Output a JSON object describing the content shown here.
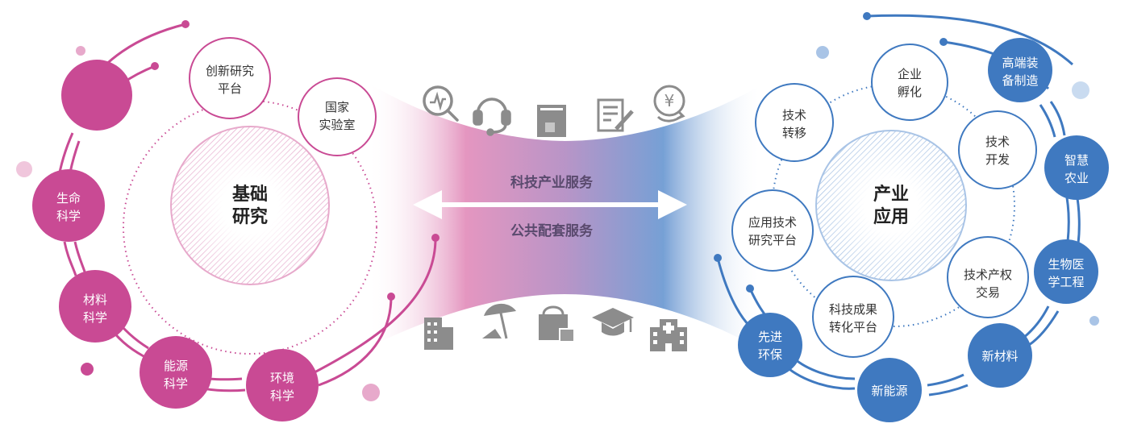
{
  "left": {
    "center": {
      "line1": "基础",
      "line2": "研究"
    },
    "platforms": [
      {
        "line1": "创新研究",
        "line2": "平台"
      },
      {
        "line1": "国家",
        "line2": "实验室"
      }
    ],
    "fields": [
      {
        "line1": "生命",
        "line2": "科学"
      },
      {
        "line1": "材料",
        "line2": "科学"
      },
      {
        "line1": "能源",
        "line2": "科学"
      },
      {
        "line1": "环境",
        "line2": "科学"
      }
    ]
  },
  "right": {
    "center": {
      "line1": "产业",
      "line2": "应用"
    },
    "platforms": [
      {
        "line1": "企业",
        "line2": "孵化"
      },
      {
        "line1": "技术",
        "line2": "转移"
      },
      {
        "line1": "技术",
        "line2": "开发"
      },
      {
        "line1": "应用技术",
        "line2": "研究平台"
      },
      {
        "line1": "技术产权",
        "line2": "交易"
      },
      {
        "line1": "科技成果",
        "line2": "转化平台"
      }
    ],
    "industries": [
      {
        "line1": "高端装",
        "line2": "备制造"
      },
      {
        "line1": "智慧",
        "line2": "农业"
      },
      {
        "line1": "生物医",
        "line2": "学工程"
      },
      {
        "line1": "新材料",
        "line2": ""
      },
      {
        "line1": "新能源",
        "line2": ""
      },
      {
        "line1": "先进",
        "line2": "环保"
      }
    ]
  },
  "bridge": {
    "top_label": "科技产业服务",
    "bottom_label": "公共配套服务",
    "top_icons": [
      "search-chart-icon",
      "headset-icon",
      "book-icon",
      "document-edit-icon",
      "yen-exchange-icon"
    ],
    "bottom_icons": [
      "office-building-icon",
      "beach-umbrella-icon",
      "shopping-bag-icon",
      "graduation-cap-icon",
      "hospital-icon"
    ]
  },
  "colors": {
    "magenta": "#c94a94",
    "magenta_light": "#e7a9cb",
    "blue": "#3f79c0",
    "blue_light": "#a9c4e6",
    "icon_gray": "#8c8c8c",
    "label_gray": "#555555"
  }
}
